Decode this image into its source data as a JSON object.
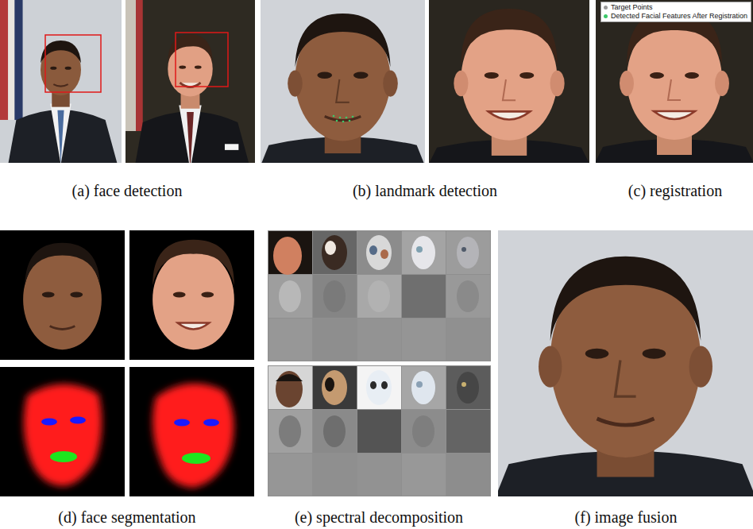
{
  "diagram": {
    "labels": [
      "(a) face detection",
      "(b) landmark detection",
      "(c) registration",
      "(d) face segmentation",
      "(e) spectral decomposition",
      "(f) image fusion"
    ],
    "legend": [
      {
        "text": "Target Points"
      },
      {
        "text": "Detected Facial Features After Registration"
      }
    ]
  }
}
